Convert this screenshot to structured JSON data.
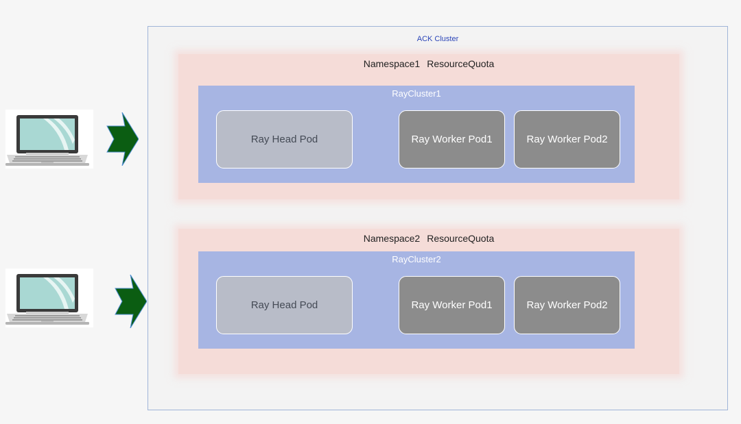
{
  "cluster": {
    "title": "ACK Cluster"
  },
  "namespaces": [
    {
      "name": "Namespace1",
      "quota": "ResourceQuota",
      "raycluster": {
        "name": "RayCluster1",
        "head": "Ray Head Pod",
        "workers": [
          "Ray Worker Pod1",
          "Ray Worker Pod2"
        ]
      }
    },
    {
      "name": "Namespace2",
      "quota": "ResourceQuota",
      "raycluster": {
        "name": "RayCluster2",
        "head": "Ray Head Pod",
        "workers": [
          "Ray Worker Pod1",
          "Ray Worker Pod2"
        ]
      }
    }
  ],
  "icons": {
    "client": "laptop-icon",
    "flow": "arrow-right-icon"
  },
  "colors": {
    "namespace": "#f5dcd8",
    "raycluster": "#a7b5e3",
    "head_pod": "#b8bcc8",
    "worker_pod": "#8c8c8c",
    "arrow": "#0b5d12",
    "cluster_border": "#9fb4d8",
    "cluster_title": "#2b45b8"
  }
}
